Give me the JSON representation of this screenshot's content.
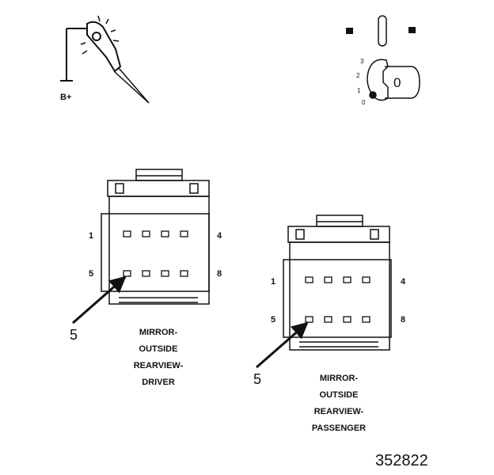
{
  "battery_symbol": {
    "label": "B+",
    "icon": "test-light-probe-icon"
  },
  "ignition_symbol": {
    "icon": "ignition-key-icon",
    "positions": [
      "3",
      "2",
      "1",
      "0"
    ],
    "key_mark": "0"
  },
  "connectors": [
    {
      "pins": {
        "top_left": "1",
        "top_right": "4",
        "bottom_left": "5",
        "bottom_right": "8"
      },
      "callout": "5",
      "caption": [
        "MIRROR-",
        "OUTSIDE",
        "REARVIEW-",
        "DRIVER"
      ]
    },
    {
      "pins": {
        "top_left": "1",
        "top_right": "4",
        "bottom_left": "5",
        "bottom_right": "8"
      },
      "callout": "5",
      "caption": [
        "MIRROR-",
        "OUTSIDE",
        "REARVIEW-",
        "PASSENGER"
      ]
    }
  ],
  "figure_number": "352822"
}
